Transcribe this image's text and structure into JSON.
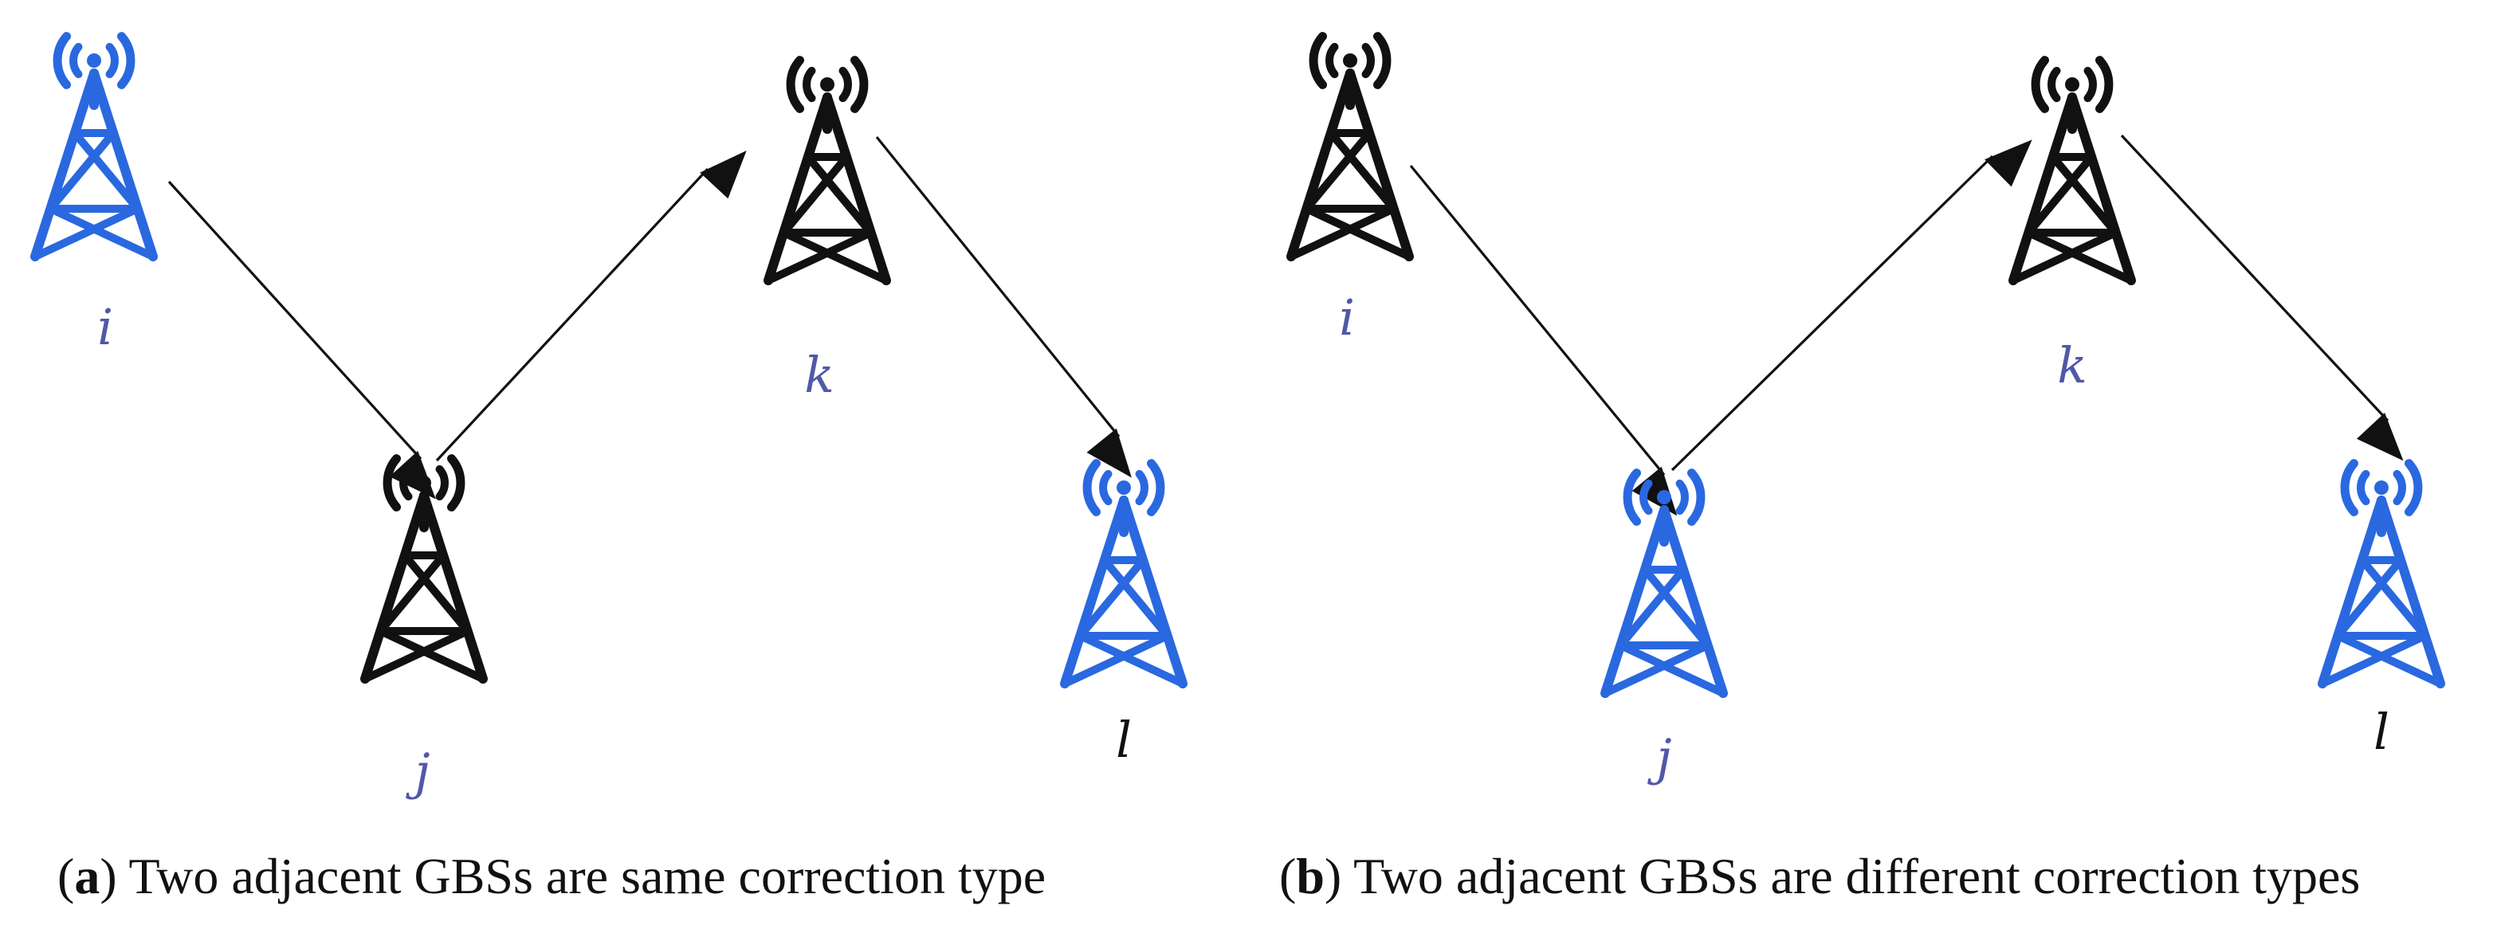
{
  "colors": {
    "blue_tower": "#2a68e0",
    "black_tower": "#111111",
    "label_blue": "#5058a8",
    "label_black": "#111111",
    "arrow": "#111111"
  },
  "panels": [
    {
      "id": "a",
      "caption": {
        "letter": "a",
        "text": " Two adjacent GBSs are same correction type"
      },
      "nodes": [
        {
          "id": "i",
          "label": "i",
          "color": "blue"
        },
        {
          "id": "j",
          "label": "j",
          "color": "black"
        },
        {
          "id": "k",
          "label": "k",
          "color": "black"
        },
        {
          "id": "l",
          "label": "l",
          "color": "blue"
        }
      ],
      "edges": [
        {
          "from": "i",
          "to": "j"
        },
        {
          "from": "j",
          "to": "k"
        },
        {
          "from": "k",
          "to": "l"
        }
      ]
    },
    {
      "id": "b",
      "caption": {
        "letter": "b",
        "text": " Two adjacent GBSs are different correction types"
      },
      "nodes": [
        {
          "id": "i",
          "label": "i",
          "color": "black"
        },
        {
          "id": "j",
          "label": "j",
          "color": "blue"
        },
        {
          "id": "k",
          "label": "k",
          "color": "black"
        },
        {
          "id": "l",
          "label": "l",
          "color": "blue"
        }
      ],
      "edges": [
        {
          "from": "i",
          "to": "j"
        },
        {
          "from": "j",
          "to": "k"
        },
        {
          "from": "k",
          "to": "l"
        }
      ]
    }
  ]
}
